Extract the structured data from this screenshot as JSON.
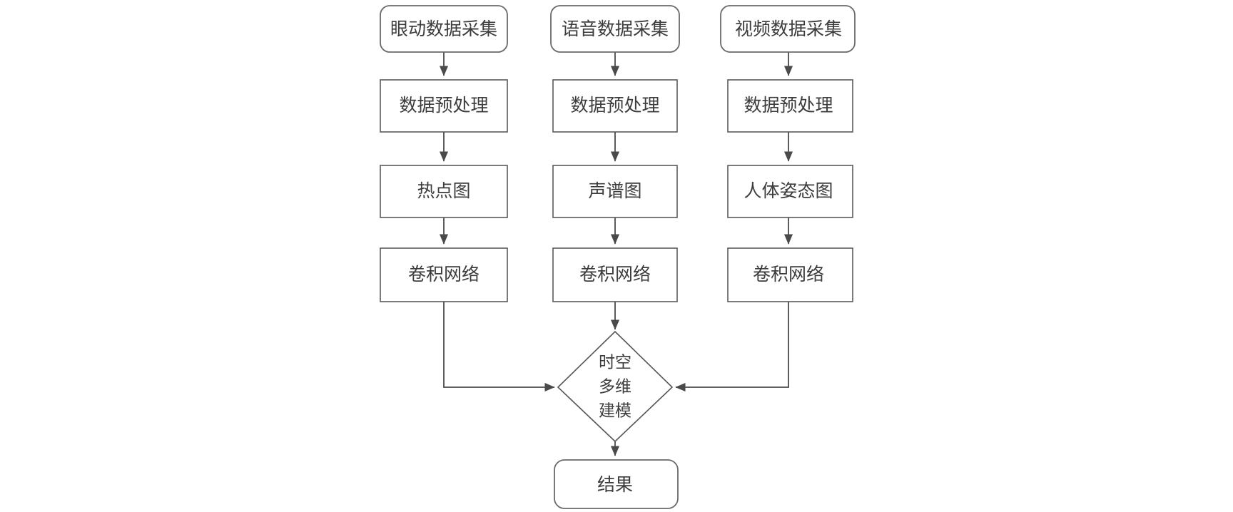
{
  "diagram": {
    "type": "flowchart",
    "title": "",
    "orientation": "top-to-bottom",
    "background_color": "#ffffff",
    "line_color": "#4a4a4a",
    "text_color": "#3c3c3c",
    "columns": [
      {
        "id": "eye",
        "nodes": [
          {
            "id": "eye-capture",
            "label": "眼动数据采集",
            "shape": "rounded"
          },
          {
            "id": "eye-preprocess",
            "label": "数据预处理",
            "shape": "rect"
          },
          {
            "id": "eye-heatmap",
            "label": "热点图",
            "shape": "rect"
          },
          {
            "id": "eye-cnn",
            "label": "卷积网络",
            "shape": "rect"
          }
        ]
      },
      {
        "id": "speech",
        "nodes": [
          {
            "id": "speech-capture",
            "label": "语音数据采集",
            "shape": "rounded"
          },
          {
            "id": "speech-preprocess",
            "label": "数据预处理",
            "shape": "rect"
          },
          {
            "id": "speech-spectrogram",
            "label": "声谱图",
            "shape": "rect"
          },
          {
            "id": "speech-cnn",
            "label": "卷积网络",
            "shape": "rect"
          }
        ]
      },
      {
        "id": "video",
        "nodes": [
          {
            "id": "video-capture",
            "label": "视频数据采集",
            "shape": "rounded"
          },
          {
            "id": "video-preprocess",
            "label": "数据预处理",
            "shape": "rect"
          },
          {
            "id": "video-pose",
            "label": "人体姿态图",
            "shape": "rect"
          },
          {
            "id": "video-cnn",
            "label": "卷积网络",
            "shape": "rect"
          }
        ]
      }
    ],
    "fusion": {
      "id": "fusion-node",
      "shape": "diamond",
      "label_lines": [
        "时空",
        "多维",
        "建模"
      ]
    },
    "result": {
      "id": "result-node",
      "shape": "rounded",
      "label": "结果"
    },
    "edges": [
      {
        "from": "eye-capture",
        "to": "eye-preprocess",
        "style": "straight-down"
      },
      {
        "from": "eye-preprocess",
        "to": "eye-heatmap",
        "style": "straight-down"
      },
      {
        "from": "eye-heatmap",
        "to": "eye-cnn",
        "style": "straight-down"
      },
      {
        "from": "eye-cnn",
        "to": "fusion-node",
        "style": "elbow-right"
      },
      {
        "from": "speech-capture",
        "to": "speech-preprocess",
        "style": "straight-down"
      },
      {
        "from": "speech-preprocess",
        "to": "speech-spectrogram",
        "style": "straight-down"
      },
      {
        "from": "speech-spectrogram",
        "to": "speech-cnn",
        "style": "straight-down"
      },
      {
        "from": "speech-cnn",
        "to": "fusion-node",
        "style": "straight-down"
      },
      {
        "from": "video-capture",
        "to": "video-preprocess",
        "style": "straight-down"
      },
      {
        "from": "video-preprocess",
        "to": "video-pose",
        "style": "straight-down"
      },
      {
        "from": "video-pose",
        "to": "video-cnn",
        "style": "straight-down"
      },
      {
        "from": "video-cnn",
        "to": "fusion-node",
        "style": "elbow-left"
      },
      {
        "from": "fusion-node",
        "to": "result-node",
        "style": "straight-down"
      }
    ]
  }
}
